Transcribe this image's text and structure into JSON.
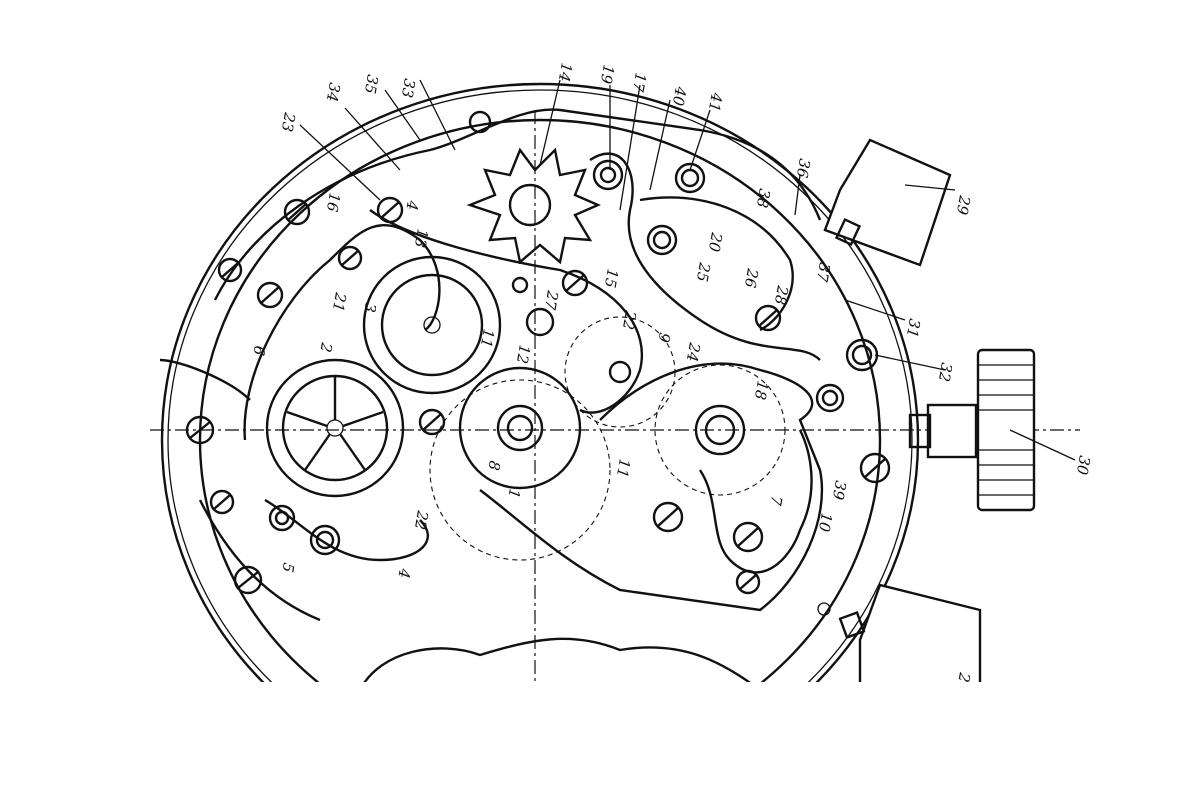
{
  "figure": {
    "title": "Chronograph movement patent drawing",
    "ink_color": "#111111",
    "background": "#ffffff",
    "labels": [
      {
        "id": "l33",
        "text": "33"
      },
      {
        "id": "l14",
        "text": "14"
      },
      {
        "id": "l19",
        "text": "19"
      },
      {
        "id": "l17",
        "text": "17"
      },
      {
        "id": "l40",
        "text": "40"
      },
      {
        "id": "l41",
        "text": "41"
      },
      {
        "id": "l35",
        "text": "35"
      },
      {
        "id": "l34",
        "text": "34"
      },
      {
        "id": "l23",
        "text": "23"
      },
      {
        "id": "l16",
        "text": "16"
      },
      {
        "id": "l4a",
        "text": "4"
      },
      {
        "id": "l13",
        "text": "13"
      },
      {
        "id": "l36",
        "text": "36"
      },
      {
        "id": "l29",
        "text": "29"
      },
      {
        "id": "l38",
        "text": "38"
      },
      {
        "id": "l20",
        "text": "20"
      },
      {
        "id": "l37",
        "text": "37"
      },
      {
        "id": "l25",
        "text": "25"
      },
      {
        "id": "l26",
        "text": "26"
      },
      {
        "id": "l15",
        "text": "15"
      },
      {
        "id": "l31",
        "text": "31"
      },
      {
        "id": "l32",
        "text": "32"
      },
      {
        "id": "l27",
        "text": "27"
      },
      {
        "id": "l22a",
        "text": "22"
      },
      {
        "id": "l9",
        "text": "9"
      },
      {
        "id": "l24",
        "text": "24"
      },
      {
        "id": "l21",
        "text": "21"
      },
      {
        "id": "l3",
        "text": "3"
      },
      {
        "id": "l11a",
        "text": "11"
      },
      {
        "id": "l12",
        "text": "12"
      },
      {
        "id": "l30",
        "text": "30"
      },
      {
        "id": "l18",
        "text": "18"
      },
      {
        "id": "l10",
        "text": "10"
      },
      {
        "id": "l39",
        "text": "39"
      },
      {
        "id": "l7",
        "text": "7"
      },
      {
        "id": "l11b",
        "text": "11"
      },
      {
        "id": "l8",
        "text": "8"
      },
      {
        "id": "l1",
        "text": "1"
      },
      {
        "id": "l2",
        "text": "2"
      },
      {
        "id": "l6",
        "text": "6"
      },
      {
        "id": "l4b",
        "text": "4"
      },
      {
        "id": "l22b",
        "text": "22"
      },
      {
        "id": "l5",
        "text": "5"
      },
      {
        "id": "l28",
        "text": "28"
      },
      {
        "id": "l2b",
        "text": "2"
      }
    ]
  }
}
